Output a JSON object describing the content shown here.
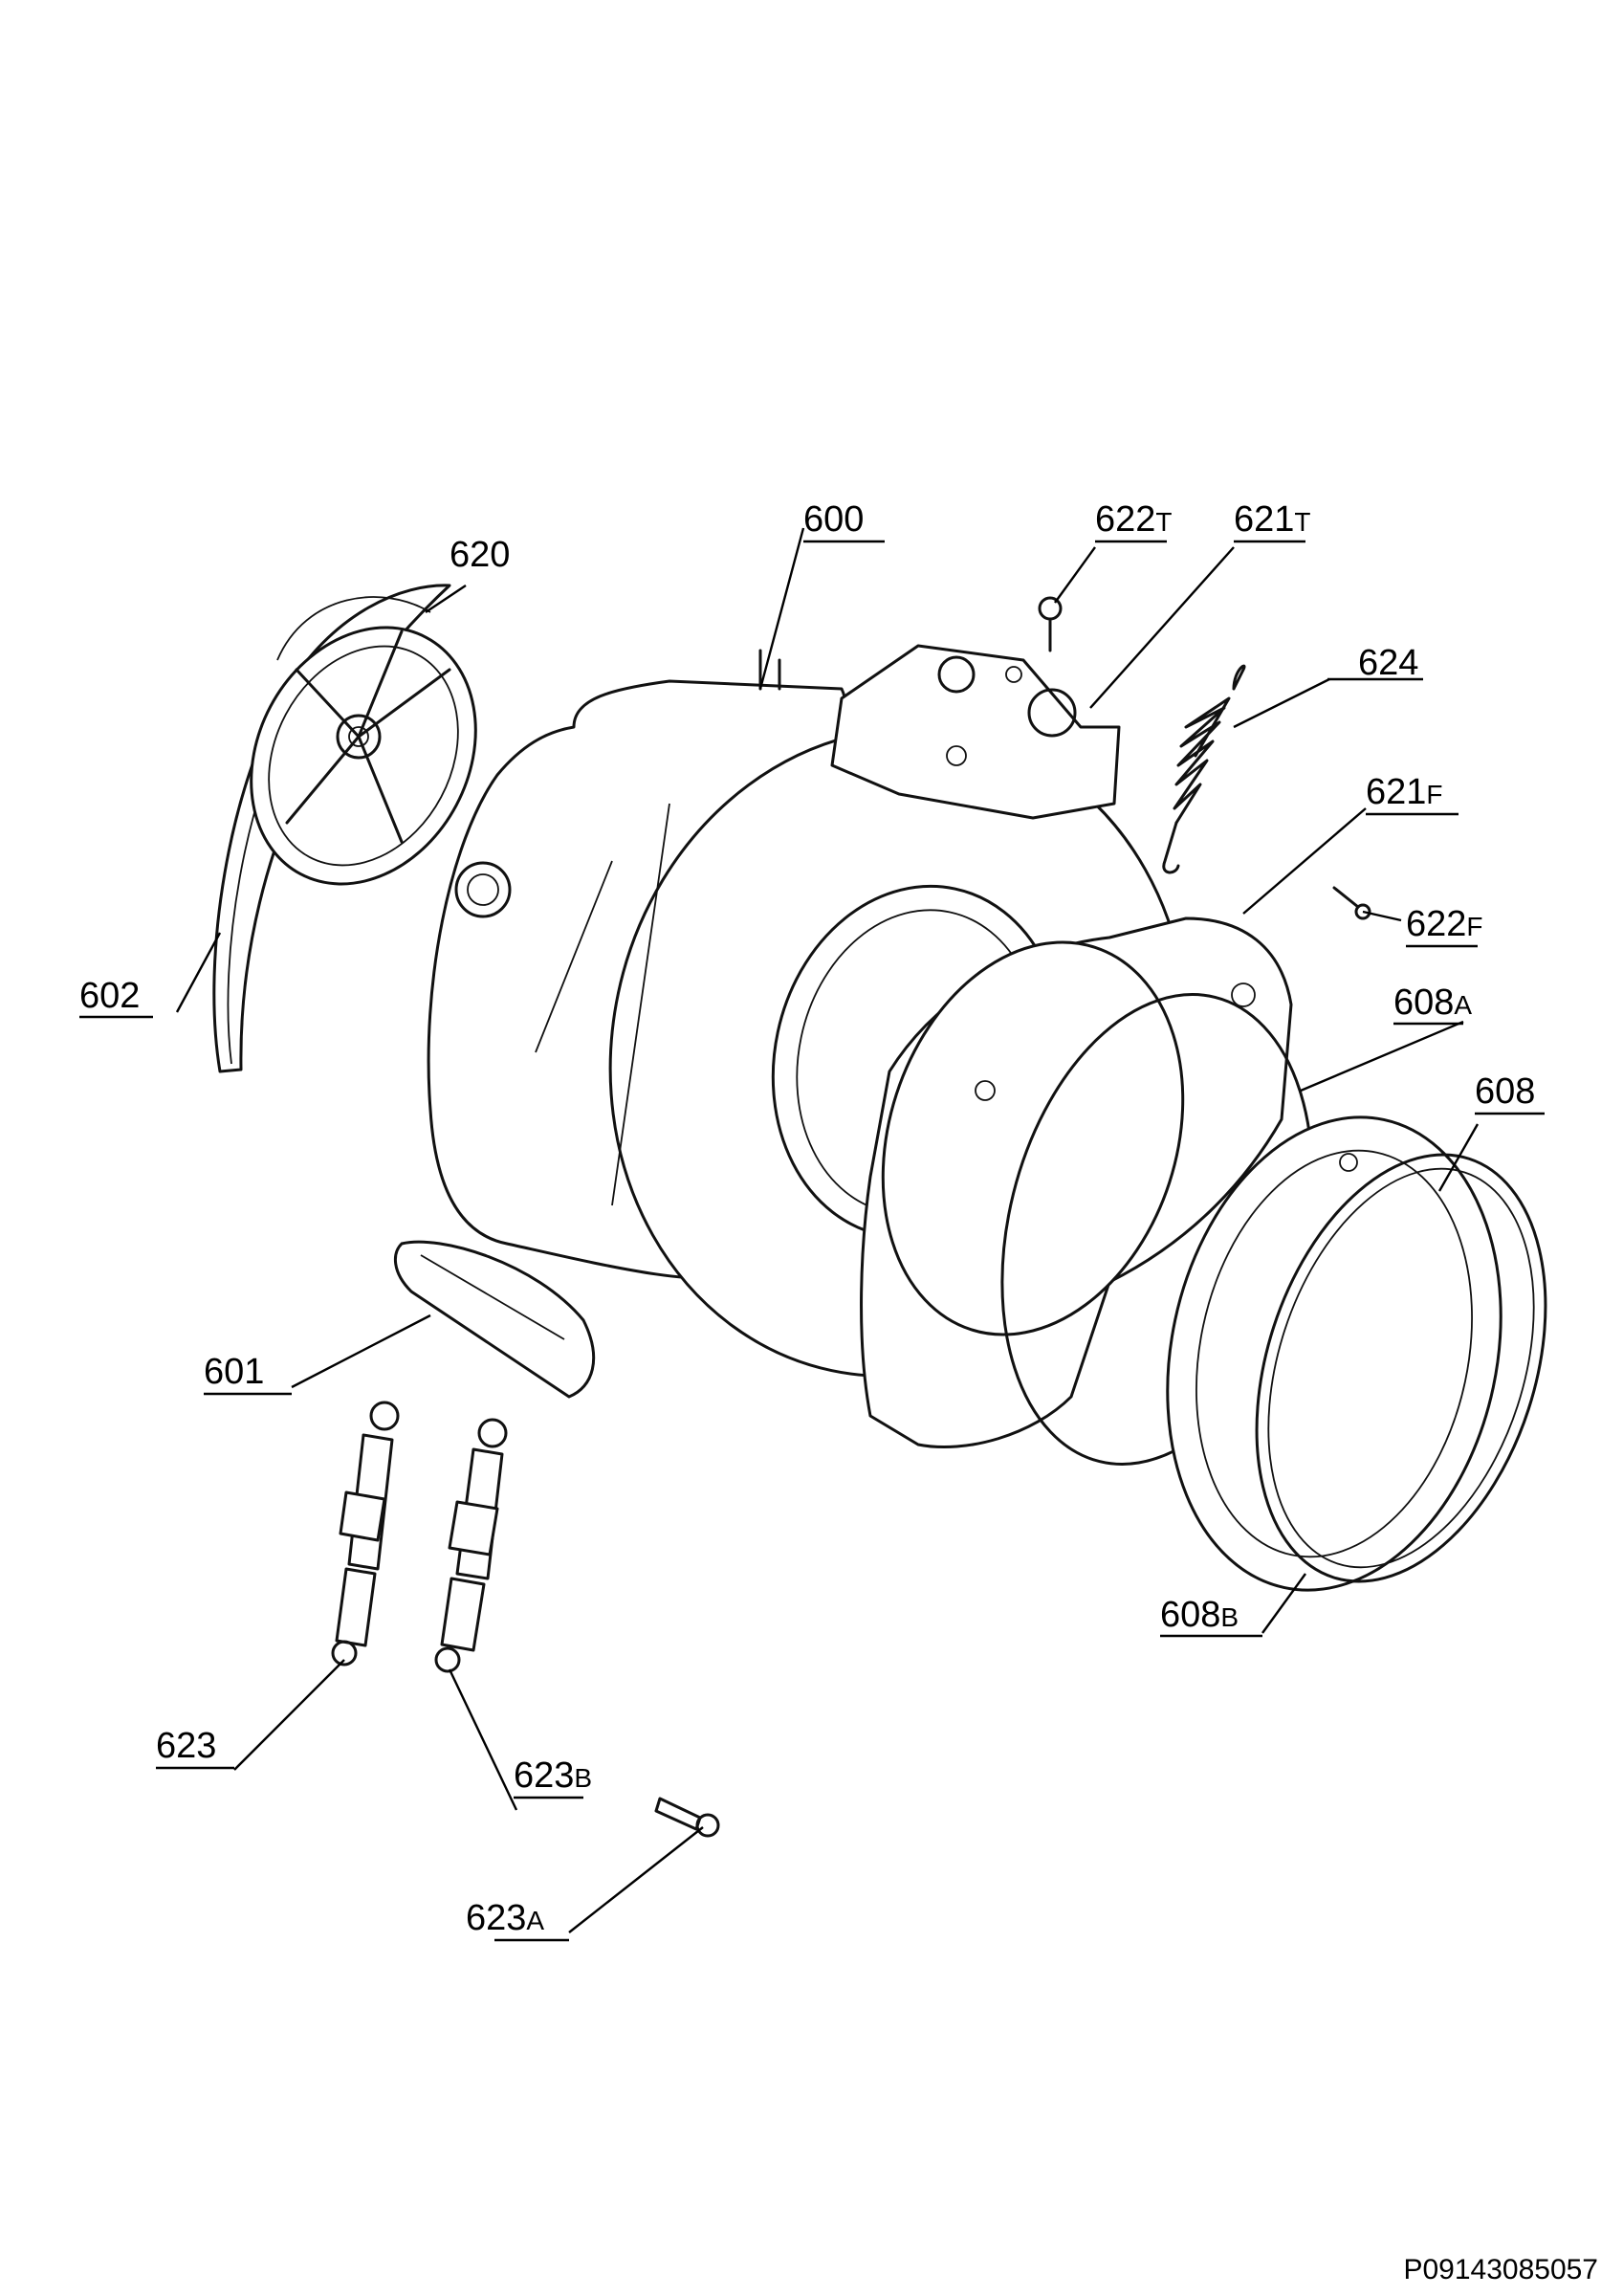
{
  "diagram": {
    "labels": {
      "l600": {
        "num": "600",
        "suffix": ""
      },
      "l601": {
        "num": "601",
        "suffix": ""
      },
      "l602": {
        "num": "602",
        "suffix": ""
      },
      "l608": {
        "num": "608",
        "suffix": ""
      },
      "l608A": {
        "num": "608",
        "suffix": "A"
      },
      "l608B": {
        "num": "608",
        "suffix": "B"
      },
      "l620": {
        "num": "620",
        "suffix": ""
      },
      "l621F": {
        "num": "621",
        "suffix": "F"
      },
      "l621T": {
        "num": "621",
        "suffix": "T"
      },
      "l622F": {
        "num": "622",
        "suffix": "F"
      },
      "l622T": {
        "num": "622",
        "suffix": "T"
      },
      "l623": {
        "num": "623",
        "suffix": ""
      },
      "l623A": {
        "num": "623",
        "suffix": "A"
      },
      "l623B": {
        "num": "623",
        "suffix": "B"
      },
      "l624": {
        "num": "624",
        "suffix": ""
      }
    },
    "reference_code": "P09143085057"
  }
}
